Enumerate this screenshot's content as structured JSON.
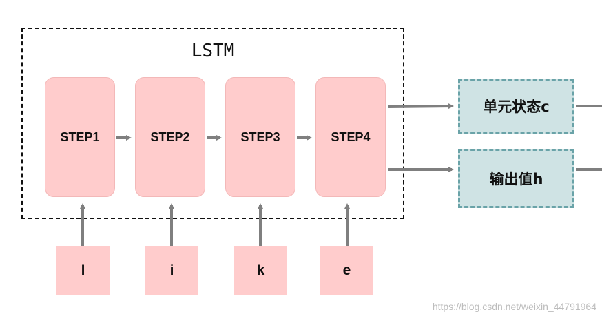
{
  "diagram": {
    "title": "LSTM",
    "steps": [
      {
        "label": "STEP1"
      },
      {
        "label": "STEP2"
      },
      {
        "label": "STEP3"
      },
      {
        "label": "STEP4"
      }
    ],
    "inputs": [
      {
        "label": "l"
      },
      {
        "label": "i"
      },
      {
        "label": "k"
      },
      {
        "label": "e"
      }
    ],
    "outputs": {
      "cell_state": "单元状态c",
      "hidden_value": "输出值h"
    },
    "colors": {
      "step_fill": "#ffcccc",
      "output_fill": "#cfe3e4",
      "output_border": "#6aa3a8",
      "arrow": "#7f7f7f"
    }
  },
  "watermark": "https://blog.csdn.net/weixin_44791964"
}
